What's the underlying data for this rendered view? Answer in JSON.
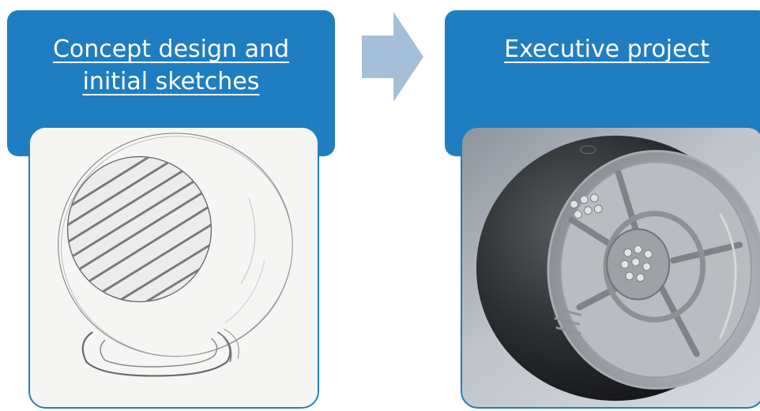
{
  "stages": [
    {
      "title_line1": "Concept design and",
      "title_line2": "initial sketches",
      "image_alt": "Pencil sketch of a spherical speaker with slatted grille on a base"
    },
    {
      "title_line1": "Executive project",
      "image_alt": "3D rendered model of a spherical speaker shell with internal ribs"
    }
  ],
  "colors": {
    "header_blue": "#1f7ec1",
    "arrow": "#a6bfd9"
  },
  "icons": {
    "flow_arrow": "right-arrow-icon"
  }
}
